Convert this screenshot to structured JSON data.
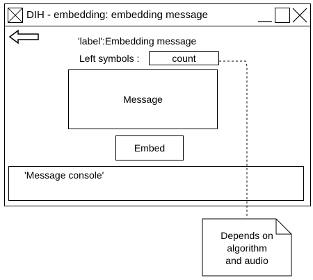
{
  "window": {
    "title": "DIH - embedding: embedding message"
  },
  "form": {
    "label_text": "'label':Embedding message",
    "left_symbols_label": "Left symbols :",
    "count_value": "count",
    "message_placeholder": "Message",
    "embed_button_label": "Embed",
    "console_text": "'Message console'"
  },
  "note": {
    "lines": [
      "Depends on",
      "algorithm",
      "and audio"
    ]
  },
  "icons": {
    "app": "window-app-icon",
    "back": "back-arrow-icon",
    "minimize": "minimize-icon",
    "maximize": "maximize-icon",
    "close": "close-icon"
  }
}
